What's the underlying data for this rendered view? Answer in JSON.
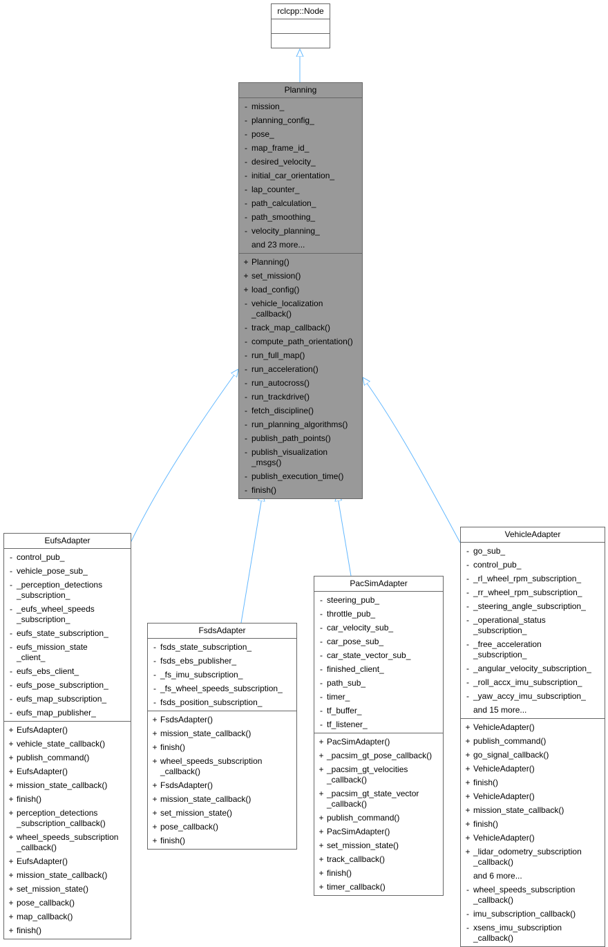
{
  "diagram": {
    "edge_color": "#63b8ff",
    "highlight_color": "#999999",
    "classes": [
      {
        "id": "rclcpp-node",
        "name": "rclcpp::Node",
        "highlight": false,
        "attributes": [],
        "methods": []
      },
      {
        "id": "planning",
        "name": "Planning",
        "highlight": true,
        "attributes": [
          {
            "v": "-",
            "n": "mission_"
          },
          {
            "v": "-",
            "n": "planning_config_"
          },
          {
            "v": "-",
            "n": "pose_"
          },
          {
            "v": "-",
            "n": "map_frame_id_"
          },
          {
            "v": "-",
            "n": "desired_velocity_"
          },
          {
            "v": "-",
            "n": "initial_car_orientation_"
          },
          {
            "v": "-",
            "n": "lap_counter_"
          },
          {
            "v": "-",
            "n": "path_calculation_"
          },
          {
            "v": "-",
            "n": "path_smoothing_"
          },
          {
            "v": "-",
            "n": "velocity_planning_"
          },
          {
            "v": "",
            "n": "and 23 more..."
          }
        ],
        "methods": [
          {
            "v": "+",
            "n": "Planning()"
          },
          {
            "v": "+",
            "n": "set_mission()"
          },
          {
            "v": "+",
            "n": "load_config()"
          },
          {
            "v": "-",
            "n": "vehicle_localization\n_callback()"
          },
          {
            "v": "-",
            "n": "track_map_callback()"
          },
          {
            "v": "-",
            "n": "compute_path_orientation()"
          },
          {
            "v": "-",
            "n": "run_full_map()"
          },
          {
            "v": "-",
            "n": "run_acceleration()"
          },
          {
            "v": "-",
            "n": "run_autocross()"
          },
          {
            "v": "-",
            "n": "run_trackdrive()"
          },
          {
            "v": "-",
            "n": "fetch_discipline()"
          },
          {
            "v": "-",
            "n": "run_planning_algorithms()"
          },
          {
            "v": "-",
            "n": "publish_path_points()"
          },
          {
            "v": "-",
            "n": "publish_visualization\n_msgs()"
          },
          {
            "v": "-",
            "n": "publish_execution_time()"
          },
          {
            "v": "-",
            "n": "finish()"
          }
        ]
      },
      {
        "id": "eufs-adapter",
        "name": "EufsAdapter",
        "highlight": false,
        "attributes": [
          {
            "v": "-",
            "n": "control_pub_"
          },
          {
            "v": "-",
            "n": "vehicle_pose_sub_"
          },
          {
            "v": "-",
            "n": "_perception_detections\n_subscription_"
          },
          {
            "v": "-",
            "n": "_eufs_wheel_speeds\n_subscription_"
          },
          {
            "v": "-",
            "n": "eufs_state_subscription_"
          },
          {
            "v": "-",
            "n": "eufs_mission_state\n_client_"
          },
          {
            "v": "-",
            "n": "eufs_ebs_client_"
          },
          {
            "v": "-",
            "n": "eufs_pose_subscription_"
          },
          {
            "v": "-",
            "n": "eufs_map_subscription_"
          },
          {
            "v": "-",
            "n": "eufs_map_publisher_"
          }
        ],
        "methods": [
          {
            "v": "+",
            "n": "EufsAdapter()"
          },
          {
            "v": "+",
            "n": "vehicle_state_callback()"
          },
          {
            "v": "+",
            "n": "publish_command()"
          },
          {
            "v": "+",
            "n": "EufsAdapter()"
          },
          {
            "v": "+",
            "n": "mission_state_callback()"
          },
          {
            "v": "+",
            "n": "finish()"
          },
          {
            "v": "+",
            "n": "perception_detections\n_subscription_callback()"
          },
          {
            "v": "+",
            "n": "wheel_speeds_subscription\n_callback()"
          },
          {
            "v": "+",
            "n": "EufsAdapter()"
          },
          {
            "v": "+",
            "n": "mission_state_callback()"
          },
          {
            "v": "+",
            "n": "set_mission_state()"
          },
          {
            "v": "+",
            "n": "pose_callback()"
          },
          {
            "v": "+",
            "n": "map_callback()"
          },
          {
            "v": "+",
            "n": "finish()"
          }
        ]
      },
      {
        "id": "fsds-adapter",
        "name": "FsdsAdapter",
        "highlight": false,
        "attributes": [
          {
            "v": "-",
            "n": "fsds_state_subscription_"
          },
          {
            "v": "-",
            "n": "fsds_ebs_publisher_"
          },
          {
            "v": "-",
            "n": "_fs_imu_subscription_"
          },
          {
            "v": "-",
            "n": "_fs_wheel_speeds_subscription_"
          },
          {
            "v": "-",
            "n": "fsds_position_subscription_"
          }
        ],
        "methods": [
          {
            "v": "+",
            "n": "FsdsAdapter()"
          },
          {
            "v": "+",
            "n": "mission_state_callback()"
          },
          {
            "v": "+",
            "n": "finish()"
          },
          {
            "v": "+",
            "n": "wheel_speeds_subscription\n_callback()"
          },
          {
            "v": "+",
            "n": "FsdsAdapter()"
          },
          {
            "v": "+",
            "n": "mission_state_callback()"
          },
          {
            "v": "+",
            "n": "set_mission_state()"
          },
          {
            "v": "+",
            "n": "pose_callback()"
          },
          {
            "v": "+",
            "n": "finish()"
          }
        ]
      },
      {
        "id": "pacsim-adapter",
        "name": "PacSimAdapter",
        "highlight": false,
        "attributes": [
          {
            "v": "-",
            "n": "steering_pub_"
          },
          {
            "v": "-",
            "n": "throttle_pub_"
          },
          {
            "v": "-",
            "n": "car_velocity_sub_"
          },
          {
            "v": "-",
            "n": "car_pose_sub_"
          },
          {
            "v": "-",
            "n": "car_state_vector_sub_"
          },
          {
            "v": "-",
            "n": "finished_client_"
          },
          {
            "v": "-",
            "n": "path_sub_"
          },
          {
            "v": "-",
            "n": "timer_"
          },
          {
            "v": "-",
            "n": "tf_buffer_"
          },
          {
            "v": "-",
            "n": "tf_listener_"
          }
        ],
        "methods": [
          {
            "v": "+",
            "n": "PacSimAdapter()"
          },
          {
            "v": "+",
            "n": "_pacsim_gt_pose_callback()"
          },
          {
            "v": "+",
            "n": "_pacsim_gt_velocities\n_callback()"
          },
          {
            "v": "+",
            "n": "_pacsim_gt_state_vector\n_callback()"
          },
          {
            "v": "+",
            "n": "publish_command()"
          },
          {
            "v": "+",
            "n": "PacSimAdapter()"
          },
          {
            "v": "+",
            "n": "set_mission_state()"
          },
          {
            "v": "+",
            "n": "track_callback()"
          },
          {
            "v": "+",
            "n": "finish()"
          },
          {
            "v": "+",
            "n": "timer_callback()"
          }
        ]
      },
      {
        "id": "vehicle-adapter",
        "name": "VehicleAdapter",
        "highlight": false,
        "attributes": [
          {
            "v": "-",
            "n": "go_sub_"
          },
          {
            "v": "-",
            "n": "control_pub_"
          },
          {
            "v": "-",
            "n": "_rl_wheel_rpm_subscription_"
          },
          {
            "v": "-",
            "n": "_rr_wheel_rpm_subscription_"
          },
          {
            "v": "-",
            "n": "_steering_angle_subscription_"
          },
          {
            "v": "-",
            "n": "_operational_status\n_subscription_"
          },
          {
            "v": "-",
            "n": "_free_acceleration\n_subscription_"
          },
          {
            "v": "-",
            "n": "_angular_velocity_subscription_"
          },
          {
            "v": "-",
            "n": "_roll_accx_imu_subscription_"
          },
          {
            "v": "-",
            "n": "_yaw_accy_imu_subscription_"
          },
          {
            "v": "",
            "n": "and 15 more..."
          }
        ],
        "methods": [
          {
            "v": "+",
            "n": "VehicleAdapter()"
          },
          {
            "v": "+",
            "n": "publish_command()"
          },
          {
            "v": "+",
            "n": "go_signal_callback()"
          },
          {
            "v": "+",
            "n": "VehicleAdapter()"
          },
          {
            "v": "+",
            "n": "finish()"
          },
          {
            "v": "+",
            "n": "VehicleAdapter()"
          },
          {
            "v": "+",
            "n": "mission_state_callback()"
          },
          {
            "v": "+",
            "n": "finish()"
          },
          {
            "v": "+",
            "n": "VehicleAdapter()"
          },
          {
            "v": "+",
            "n": "_lidar_odometry_subscription\n_callback()"
          },
          {
            "v": "",
            "n": "and 6 more..."
          },
          {
            "v": "-",
            "n": "wheel_speeds_subscription\n_callback()"
          },
          {
            "v": "-",
            "n": "imu_subscription_callback()"
          },
          {
            "v": "-",
            "n": "xsens_imu_subscription\n_callback()"
          }
        ]
      }
    ],
    "inheritance": [
      {
        "from": "planning",
        "to": "rclcpp-node"
      },
      {
        "from": "eufs-adapter",
        "to": "planning"
      },
      {
        "from": "fsds-adapter",
        "to": "planning"
      },
      {
        "from": "pacsim-adapter",
        "to": "planning"
      },
      {
        "from": "vehicle-adapter",
        "to": "planning"
      }
    ]
  }
}
